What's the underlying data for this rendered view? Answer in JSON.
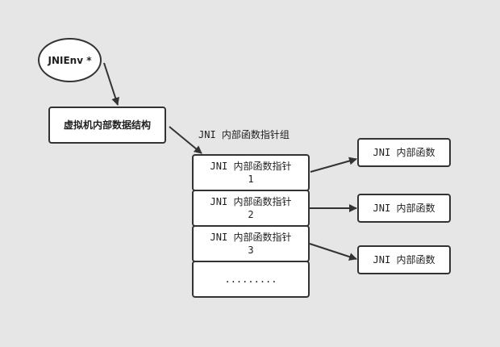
{
  "nodes": {
    "jnienv": "JNIEnv *",
    "vm_data": "虚拟机内部数据结构",
    "group_label": "JNI 内部函数指针组",
    "pointers": [
      {
        "line1": "JNI 内部函数指针",
        "line2": "1"
      },
      {
        "line1": "JNI 内部函数指针",
        "line2": "2"
      },
      {
        "line1": "JNI 内部函数指针",
        "line2": "3"
      }
    ],
    "ellipsis": ".........",
    "functions": [
      "JNI 内部函数",
      "JNI 内部函数",
      "JNI 内部函数"
    ]
  },
  "colors": {
    "background": "#e6e6e6",
    "node_fill": "#ffffff",
    "stroke": "#333333"
  }
}
